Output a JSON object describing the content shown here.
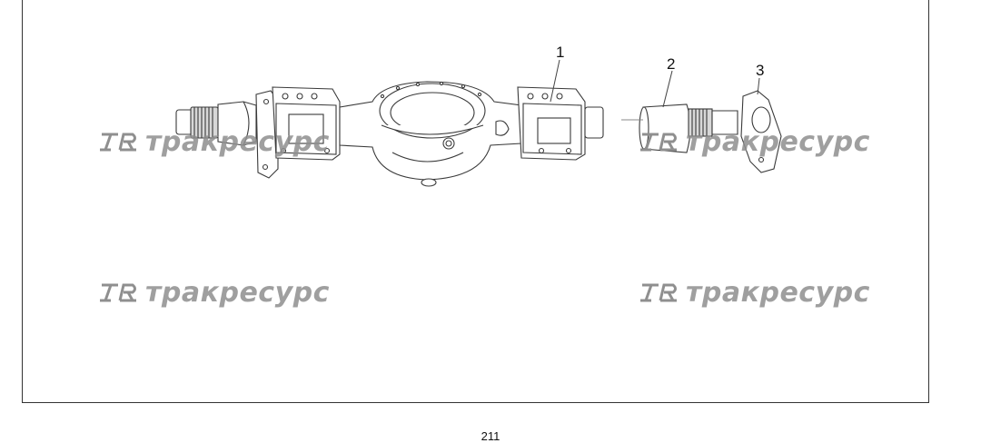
{
  "callouts": [
    {
      "label": "1"
    },
    {
      "label": "2"
    },
    {
      "label": "3"
    }
  ],
  "watermark": {
    "text": "тракресурс",
    "logo_letters": "TR"
  },
  "page_number": "211"
}
